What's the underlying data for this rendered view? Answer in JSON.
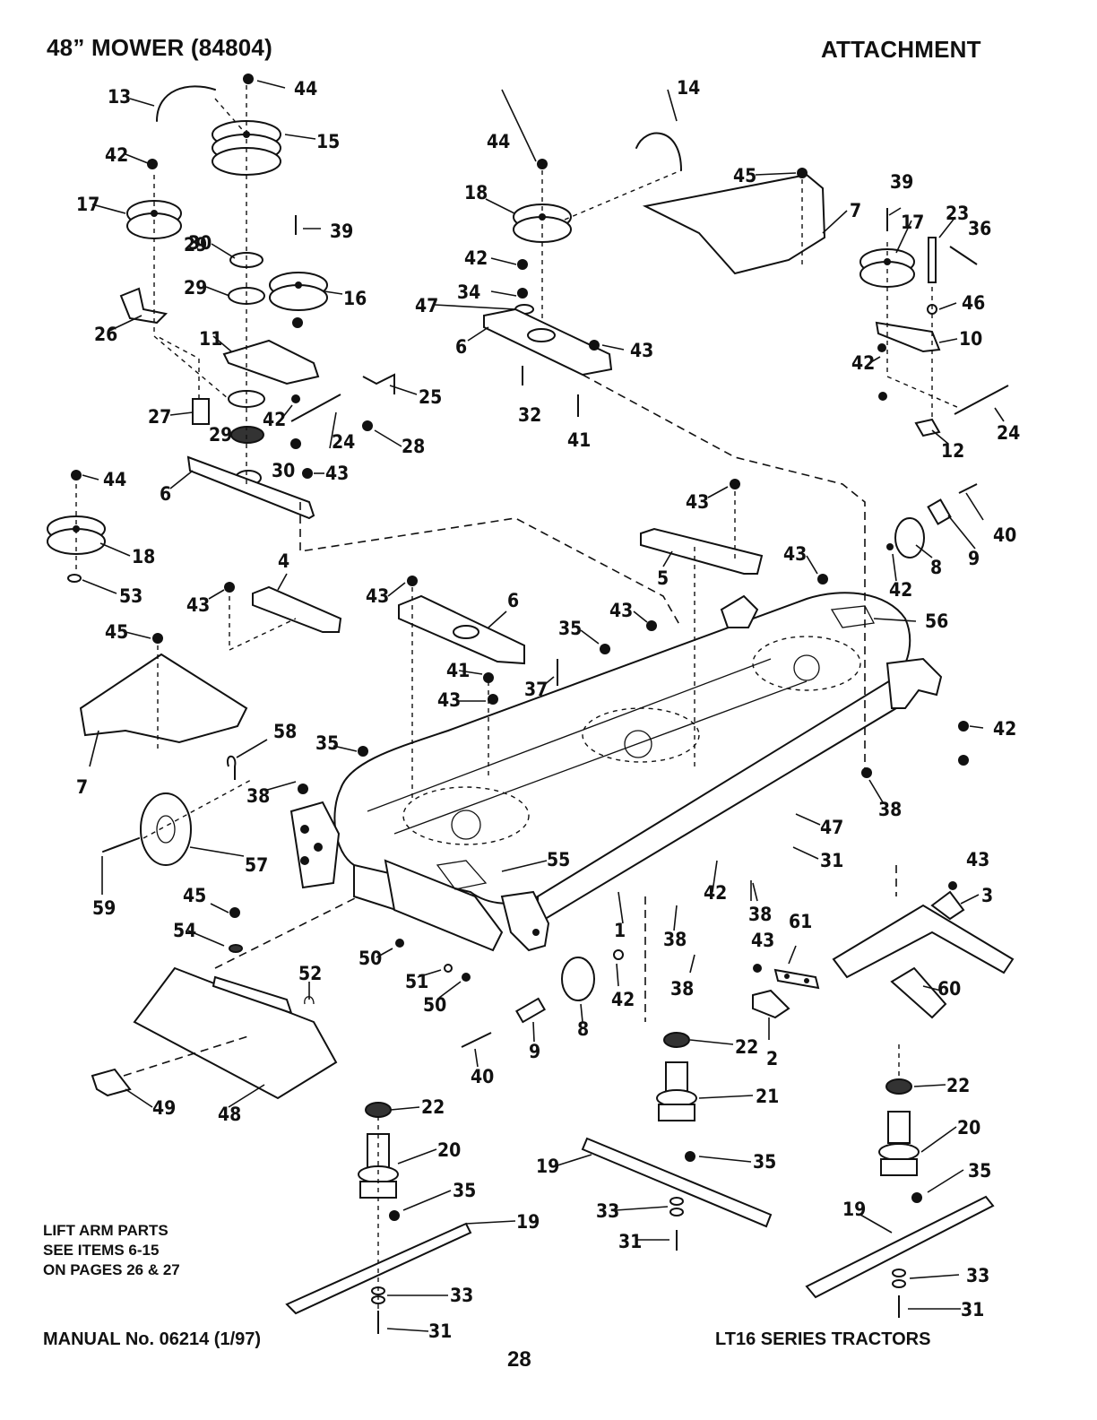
{
  "header": {
    "title": "48” MOWER (84804)",
    "section": "ATTACHMENT"
  },
  "note": {
    "line1": "LIFT ARM PARTS",
    "line2": "SEE ITEMS 6-15",
    "line3": "ON PAGES 26 & 27"
  },
  "footer": {
    "manual": "MANUAL No. 06214 (1/97)",
    "page": "28",
    "series": "LT16 SERIES TRACTORS"
  },
  "callouts": [
    "1",
    "2",
    "3",
    "4",
    "5",
    "6",
    "7",
    "8",
    "9",
    "10",
    "11",
    "12",
    "13",
    "14",
    "15",
    "16",
    "17",
    "18",
    "19",
    "20",
    "21",
    "22",
    "23",
    "24",
    "25",
    "26",
    "27",
    "28",
    "29",
    "30",
    "31",
    "32",
    "33",
    "34",
    "35",
    "36",
    "37",
    "38",
    "39",
    "40",
    "41",
    "42",
    "43",
    "44",
    "45",
    "46",
    "47",
    "48",
    "49",
    "50",
    "51",
    "52",
    "53",
    "54",
    "55",
    "56",
    "57",
    "58",
    "59",
    "60",
    "61"
  ]
}
